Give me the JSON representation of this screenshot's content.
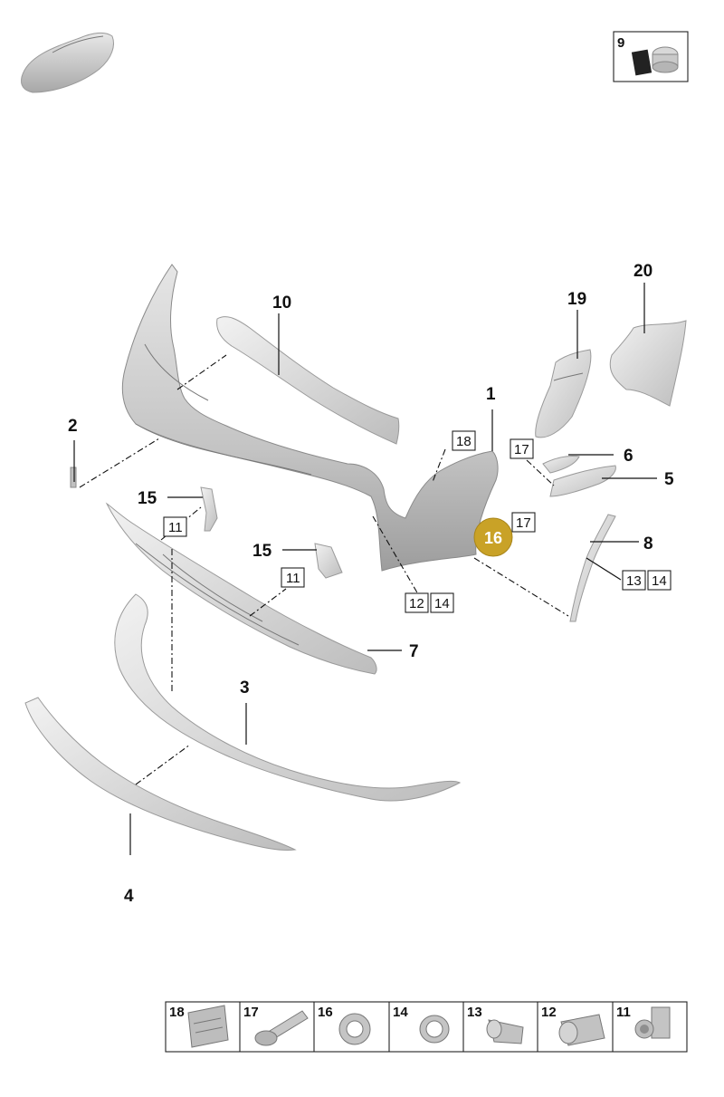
{
  "callouts": [
    {
      "id": "c1",
      "label": "1"
    },
    {
      "id": "c2",
      "label": "2"
    },
    {
      "id": "c3",
      "label": "3"
    },
    {
      "id": "c4",
      "label": "4"
    },
    {
      "id": "c5",
      "label": "5"
    },
    {
      "id": "c6",
      "label": "6"
    },
    {
      "id": "c7",
      "label": "7"
    },
    {
      "id": "c8",
      "label": "8"
    },
    {
      "id": "c9",
      "label": "9"
    },
    {
      "id": "c10",
      "label": "10"
    },
    {
      "id": "c15a",
      "label": "15"
    },
    {
      "id": "c15b",
      "label": "15"
    },
    {
      "id": "c19",
      "label": "19"
    },
    {
      "id": "c20",
      "label": "20"
    }
  ],
  "boxed_refs": {
    "b18": "18",
    "b17a": "17",
    "b17b": "17",
    "b11a": "11",
    "b11b": "11",
    "b12": "12",
    "b14a": "14",
    "b13": "13",
    "b14b": "14"
  },
  "highlight": {
    "label": "16",
    "color": "#c9a227"
  },
  "legend": [
    "18",
    "17",
    "16",
    "14",
    "13",
    "12",
    "11"
  ],
  "colors": {
    "part_light": "#eeeeee",
    "part_dark": "#9a9a9a",
    "highlight": "#c9a227"
  }
}
